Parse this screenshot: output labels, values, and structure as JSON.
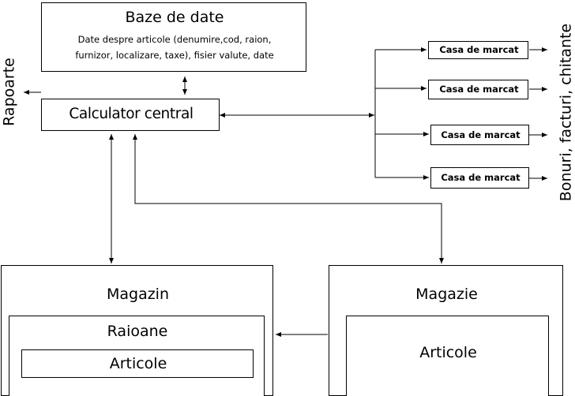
{
  "database": {
    "title": "Baze de date",
    "description_line1": "Date despre articole (denumire,cod, raion,",
    "description_line2": "furnizor, localizare, taxe), fisier valute, date"
  },
  "central_computer": {
    "label": "Calculator central"
  },
  "reports": {
    "label": "Rapoarte"
  },
  "registers": {
    "items": [
      {
        "label": "Casa de marcat"
      },
      {
        "label": "Casa de marcat"
      },
      {
        "label": "Casa de marcat"
      },
      {
        "label": "Casa de marcat"
      }
    ],
    "output_label": "Bonuri, facturi, chitante"
  },
  "store": {
    "title": "Magazin",
    "sections_label": "Raioane",
    "items_label": "Articole"
  },
  "warehouse": {
    "title": "Magazie",
    "items_label": "Articole"
  },
  "colors": {
    "line": "#000000",
    "background": "#ffffff"
  }
}
